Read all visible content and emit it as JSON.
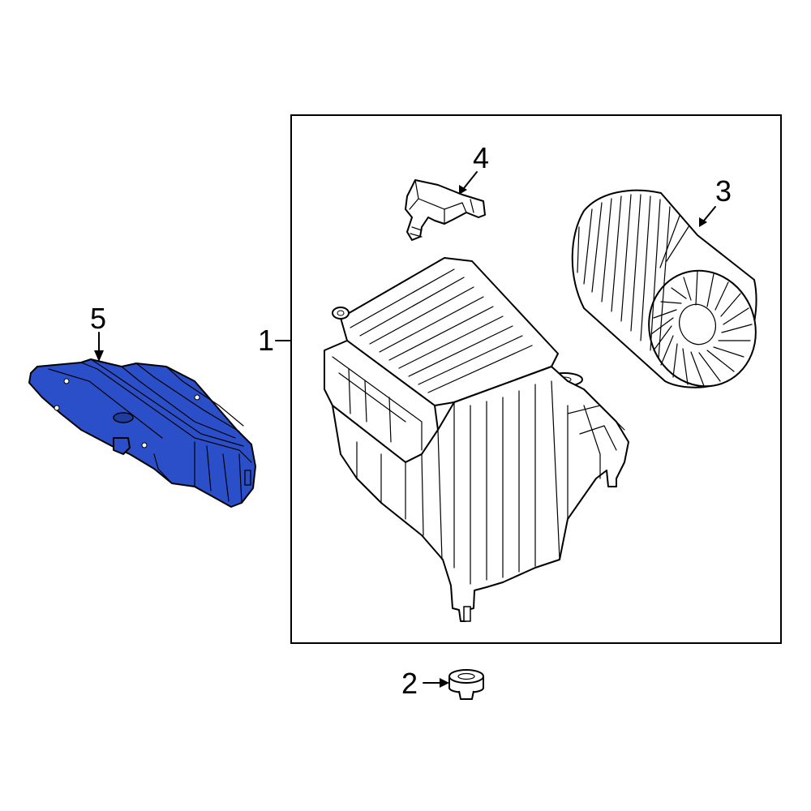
{
  "diagram": {
    "callouts": {
      "c1": "1",
      "c2": "2",
      "c3": "3",
      "c4": "4",
      "c5": "5"
    },
    "highlight_color": "#2b4fc9",
    "line_color": "#000000",
    "background": "#ffffff"
  }
}
